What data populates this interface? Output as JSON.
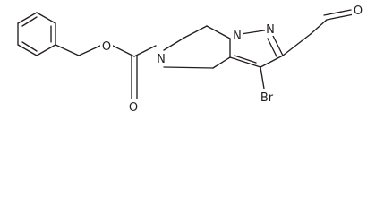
{
  "atoms": {
    "o_ester": "O",
    "n_ring": "N",
    "o_carbonyl": "O",
    "n_pyrazole_1": "N",
    "n_pyrazole_2": "N",
    "br": "Br",
    "o_aldehyde": "O"
  }
}
